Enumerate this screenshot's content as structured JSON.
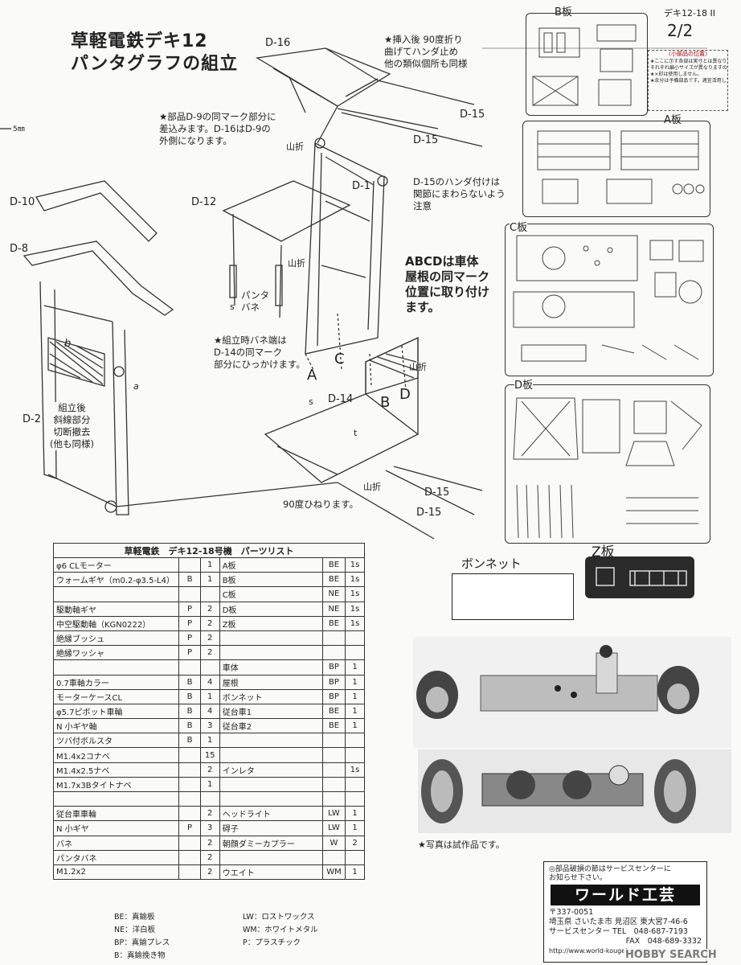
{
  "header": {
    "title_line1": "草軽電鉄デキ12",
    "title_line2": "パンタグラフの組立",
    "model": "デキ12-18 II",
    "page": "2/2",
    "scale": "5㎜"
  },
  "parts_labels": {
    "d16": "D-16",
    "d15a": "D-15",
    "d15b": "D-15",
    "d15c": "D-15",
    "d15d": "D-15",
    "d12": "D-12",
    "d1": "D-1",
    "d10": "D-10",
    "d8": "D-8",
    "d2": "D-2",
    "d14": "D-14",
    "a": "A",
    "b": "B",
    "c": "C",
    "d": "D",
    "yamaori1": "山折",
    "yamaori2": "山折",
    "yamaori3": "山折",
    "yamaori4": "山折",
    "panta_bane": "パンタ\nバネ",
    "s1": "s",
    "s2": "s",
    "t1": "t",
    "b_small": "b",
    "a_small": "a"
  },
  "notes": {
    "insert": "★挿入後 90度折り\n曲げてハンダ止め\n他の類似個所も同様",
    "d9": "★部品D-9の同マーク部分に\n差込みます。D-16はD-9の\n外側になります。",
    "d15": "D-15のハンダ付けは\n関節にまわらないよう\n注意",
    "abcd": "ABCDは車体\n屋根の同マーク\n位置に取り付け\nます。",
    "spring": "★組立時バネ端は\nD-14の同マーク\n部分にひっかけます。",
    "cut": "組立後\n斜線部分\n切断撤去\n(他も同様)",
    "twist": "90度ひねります。"
  },
  "sheets": {
    "b": "B板",
    "a": "A板",
    "c": "C板",
    "d": "D板",
    "z": "Z板",
    "small_parts_title": "〈小部品の位置〉",
    "small_parts_note": "★ここに示す各部は実寸とは異なります。\nそれぞれ編小サイズが異なりますのでご注意ください。\n★×印は使用しません。\n★余分は予備部品です。適宜活用して下さい。"
  },
  "bonnet_label": "ボンネット",
  "parts_list": {
    "title": "草軽電鉄　デキ12-18号機　パーツリスト",
    "rows": [
      {
        "name": "φ6 CLモーター",
        "mat": "",
        "qty": "1",
        "name2": "A板",
        "mat2": "BE",
        "qty2": "1s"
      },
      {
        "name": "ウォームギヤ（m0.2-φ3.5-L4）",
        "mat": "B",
        "qty": "1",
        "name2": "B板",
        "mat2": "BE",
        "qty2": "1s"
      },
      {
        "name": "",
        "mat": "",
        "qty": "",
        "name2": "C板",
        "mat2": "NE",
        "qty2": "1s"
      },
      {
        "name": "駆動軸ギヤ",
        "mat": "P",
        "qty": "2",
        "name2": "D板",
        "mat2": "NE",
        "qty2": "1s"
      },
      {
        "name": "中空駆動軸（KGN0222）",
        "mat": "P",
        "qty": "2",
        "name2": "Z板",
        "mat2": "BE",
        "qty2": "1s"
      },
      {
        "name": "絶縁ブッシュ",
        "mat": "P",
        "qty": "2",
        "name2": "",
        "mat2": "",
        "qty2": ""
      },
      {
        "name": "絶縁ワッシャ",
        "mat": "P",
        "qty": "2",
        "name2": "",
        "mat2": "",
        "qty2": ""
      },
      {
        "name": "",
        "mat": "",
        "qty": "",
        "name2": "車体",
        "mat2": "BP",
        "qty2": "1"
      },
      {
        "name": "0.7車軸カラー",
        "mat": "B",
        "qty": "4",
        "name2": "屋根",
        "mat2": "BP",
        "qty2": "1"
      },
      {
        "name": "モーターケースCL",
        "mat": "B",
        "qty": "1",
        "name2": "ボンネット",
        "mat2": "BP",
        "qty2": "1"
      },
      {
        "name": "φ5.7ピボット車輪",
        "mat": "B",
        "qty": "4",
        "name2": "従台車1",
        "mat2": "BE",
        "qty2": "1"
      },
      {
        "name": "N 小ギヤ軸",
        "mat": "B",
        "qty": "3",
        "name2": "従台車2",
        "mat2": "BE",
        "qty2": "1"
      },
      {
        "name": "ツバ付ボルスタ",
        "mat": "B",
        "qty": "1",
        "name2": "",
        "mat2": "",
        "qty2": ""
      },
      {
        "name": "M1.4x2コナベ",
        "mat": "",
        "qty": "15",
        "name2": "",
        "mat2": "",
        "qty2": ""
      },
      {
        "name": "M1.4x2.5ナベ",
        "mat": "",
        "qty": "2",
        "name2": "インレタ",
        "mat2": "",
        "qty2": "1s"
      },
      {
        "name": "M1.7x3Bタイトナベ",
        "mat": "",
        "qty": "1",
        "name2": "",
        "mat2": "",
        "qty2": ""
      },
      {
        "name": "",
        "mat": "",
        "qty": "",
        "name2": "",
        "mat2": "",
        "qty2": ""
      },
      {
        "name": "従台車車輪",
        "mat": "",
        "qty": "2",
        "name2": "ヘッドライト",
        "mat2": "LW",
        "qty2": "1"
      },
      {
        "name": "N 小ギヤ",
        "mat": "P",
        "qty": "3",
        "name2": "碍子",
        "mat2": "LW",
        "qty2": "1"
      },
      {
        "name": "バネ",
        "mat": "",
        "qty": "2",
        "name2": "朝顔ダミーカプラー",
        "mat2": "W",
        "qty2": "2"
      },
      {
        "name": "パンタバネ",
        "mat": "",
        "qty": "2",
        "name2": "",
        "mat2": "",
        "qty2": ""
      },
      {
        "name": "M1.2x2",
        "mat": "",
        "qty": "2",
        "name2": "ウエイト",
        "mat2": "WM",
        "qty2": "1"
      }
    ]
  },
  "legend": {
    "be": "BE：真鍮板",
    "ne": "NE：洋白板",
    "bp": "BP：真鍮プレス",
    "b": "B：真鍮挽き物",
    "lw": "LW：ロストワックス",
    "wm": "WM：ホワイトメタル",
    "p": "P：プラスチック"
  },
  "photo_caption": "★写真は試作品です。",
  "company": {
    "notice": "◎部品破損の節はサービスセンターに\nお知らせ下さい。",
    "name": "ワールド工芸",
    "postal": "〒337-0051",
    "address": "埼玉県 さいたま市 見沼区 東大宮7-46-6",
    "tel": "サービスセンター TEL　048-687-7193",
    "fax": "FAX　048-689-3332",
    "url": "http://www.world-kougei.com"
  },
  "watermark": "HOBBY SEARCH"
}
